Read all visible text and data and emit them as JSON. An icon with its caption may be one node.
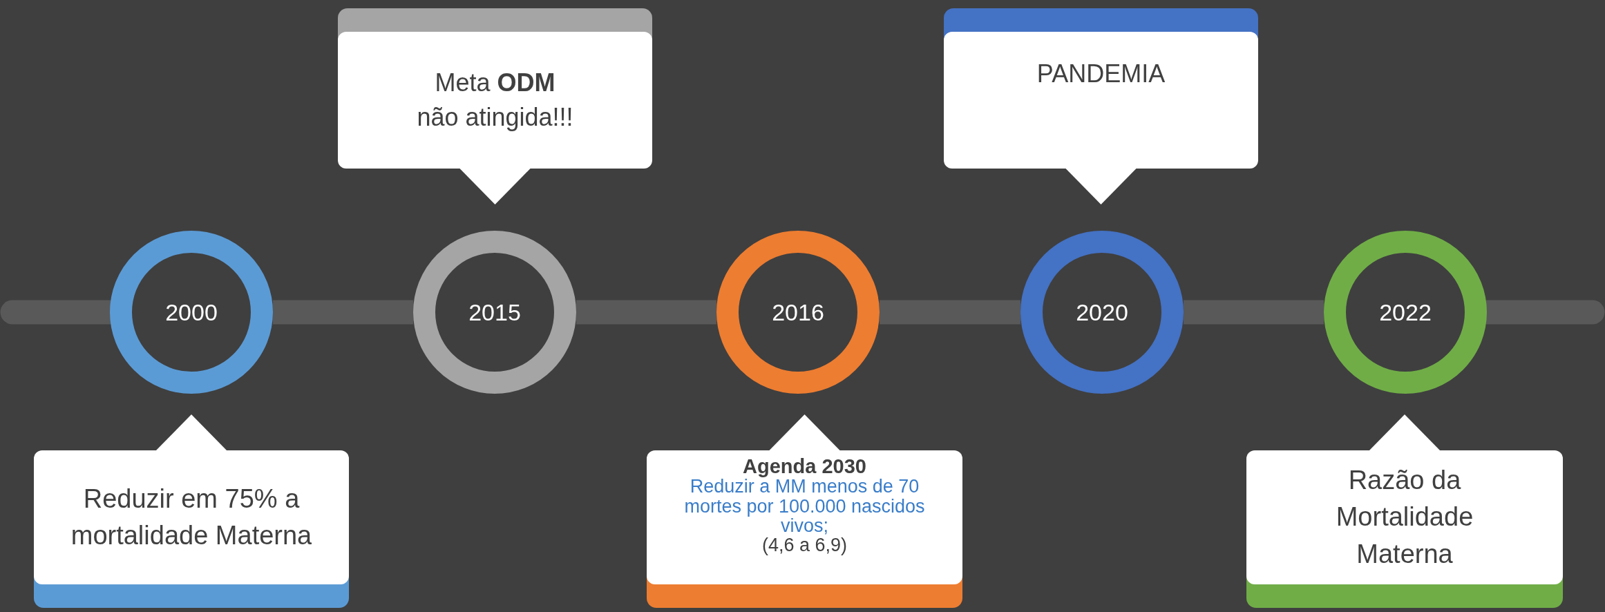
{
  "diagram": {
    "nodes": [
      {
        "text": [
          "2000"
        ]
      },
      {
        "text": [
          "2015"
        ]
      },
      {
        "text": [
          "2016"
        ]
      },
      {
        "text": [
          "2020"
        ]
      },
      {
        "text": [
          "2022"
        ]
      },
      {
        "text": [
          "Reduzir em 75% a mortalidade Materna"
        ]
      },
      {
        "text": [
          "Meta **ODM** não atingida!!!"
        ]
      },
      {
        "text": [
          "Agenda 2030",
          "Reduzir a MM menos de 70 mortes por 100.000 nascidos vivos;",
          "(4,6 a 6,9)"
        ]
      },
      {
        "text": [
          "PANDEMIA"
        ]
      },
      {
        "text": [
          "Razão da Mortalidade Materna"
        ]
      }
    ],
    "edges": [
      {
        "from": 0,
        "to": 1,
        "arrow": "none"
      },
      {
        "from": 1,
        "to": 2,
        "arrow": "none"
      },
      {
        "from": 2,
        "to": 3,
        "arrow": "none"
      },
      {
        "from": 3,
        "to": 4,
        "arrow": "none"
      }
    ]
  }
}
